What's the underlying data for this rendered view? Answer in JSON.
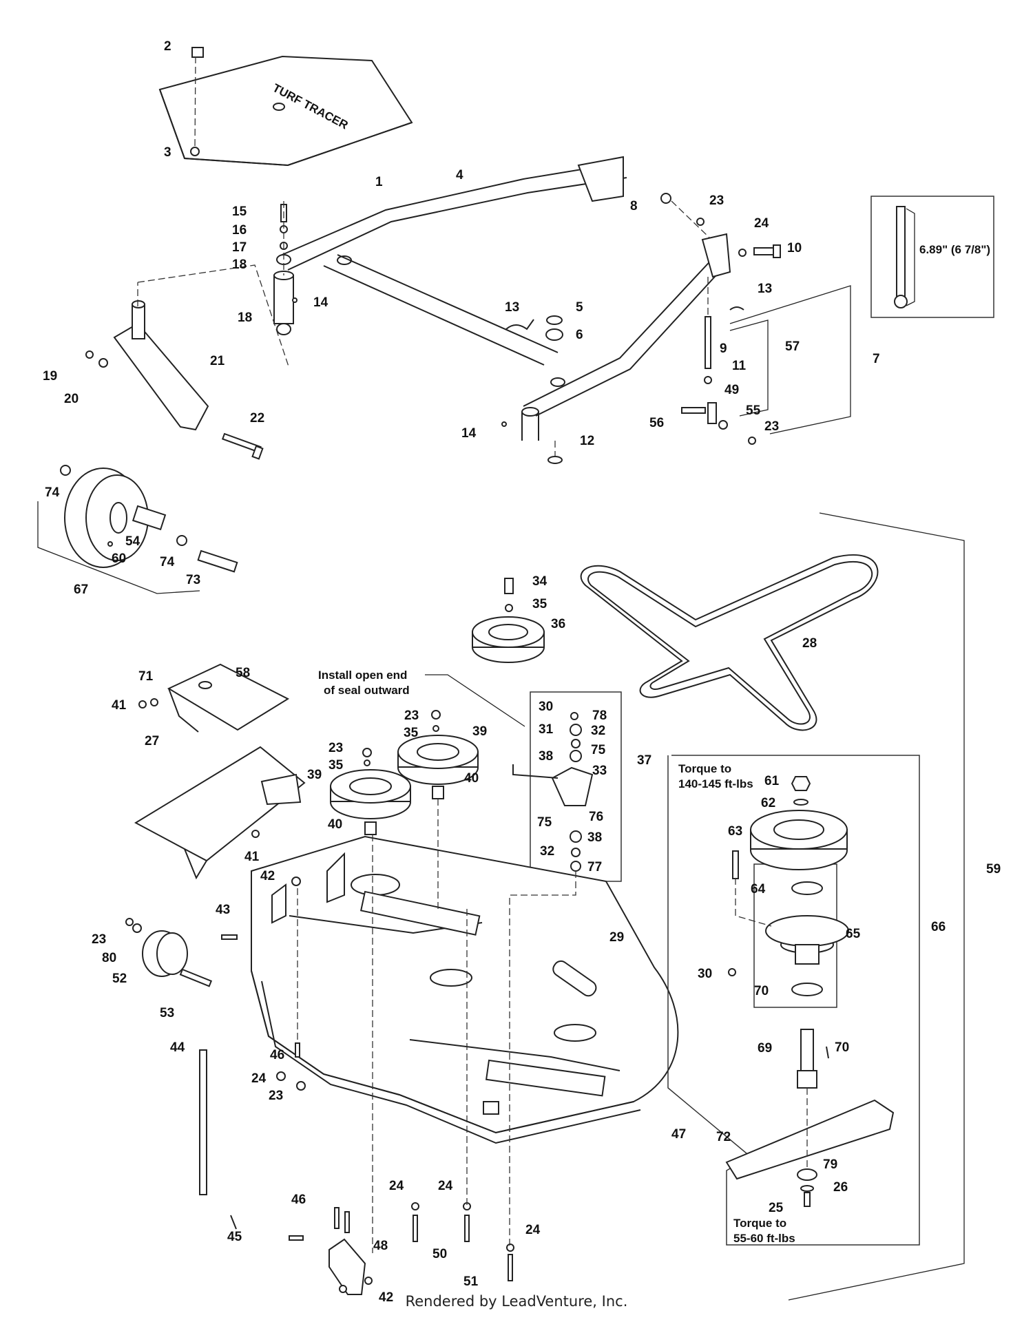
{
  "callouts": [
    {
      "id": "c1",
      "text": "1"
    },
    {
      "id": "c2",
      "text": "2"
    },
    {
      "id": "c3",
      "text": "3"
    },
    {
      "id": "c4",
      "text": "4"
    },
    {
      "id": "c5",
      "text": "5"
    },
    {
      "id": "c6",
      "text": "6"
    },
    {
      "id": "c7",
      "text": "7"
    },
    {
      "id": "c8",
      "text": "8"
    },
    {
      "id": "c9",
      "text": "9"
    },
    {
      "id": "c10",
      "text": "10"
    },
    {
      "id": "c11",
      "text": "11"
    },
    {
      "id": "c12",
      "text": "12"
    },
    {
      "id": "c13",
      "text": "13"
    },
    {
      "id": "c13b",
      "text": "13"
    },
    {
      "id": "c14",
      "text": "14"
    },
    {
      "id": "c14b",
      "text": "14"
    },
    {
      "id": "c15",
      "text": "15"
    },
    {
      "id": "c16",
      "text": "16"
    },
    {
      "id": "c17",
      "text": "17"
    },
    {
      "id": "c18",
      "text": "18"
    },
    {
      "id": "c18b",
      "text": "18"
    },
    {
      "id": "c19",
      "text": "19"
    },
    {
      "id": "c20",
      "text": "20"
    },
    {
      "id": "c21",
      "text": "21"
    },
    {
      "id": "c22",
      "text": "22"
    },
    {
      "id": "c23",
      "text": "23"
    },
    {
      "id": "c23b",
      "text": "23"
    },
    {
      "id": "c23c",
      "text": "23"
    },
    {
      "id": "c23d",
      "text": "23"
    },
    {
      "id": "c23e",
      "text": "23"
    },
    {
      "id": "c23f",
      "text": "23"
    },
    {
      "id": "c24",
      "text": "24"
    },
    {
      "id": "c24b",
      "text": "24"
    },
    {
      "id": "c24c",
      "text": "24"
    },
    {
      "id": "c24d",
      "text": "24"
    },
    {
      "id": "c24e",
      "text": "24"
    },
    {
      "id": "c25",
      "text": "25"
    },
    {
      "id": "c26",
      "text": "26"
    },
    {
      "id": "c27",
      "text": "27"
    },
    {
      "id": "c28",
      "text": "28"
    },
    {
      "id": "c29",
      "text": "29"
    },
    {
      "id": "c30",
      "text": "30"
    },
    {
      "id": "c30b",
      "text": "30"
    },
    {
      "id": "c31",
      "text": "31"
    },
    {
      "id": "c32",
      "text": "32"
    },
    {
      "id": "c32b",
      "text": "32"
    },
    {
      "id": "c33",
      "text": "33"
    },
    {
      "id": "c34",
      "text": "34"
    },
    {
      "id": "c35",
      "text": "35"
    },
    {
      "id": "c35b",
      "text": "35"
    },
    {
      "id": "c35c",
      "text": "35"
    },
    {
      "id": "c36",
      "text": "36"
    },
    {
      "id": "c37",
      "text": "37"
    },
    {
      "id": "c38",
      "text": "38"
    },
    {
      "id": "c38b",
      "text": "38"
    },
    {
      "id": "c39",
      "text": "39"
    },
    {
      "id": "c39b",
      "text": "39"
    },
    {
      "id": "c40",
      "text": "40"
    },
    {
      "id": "c40b",
      "text": "40"
    },
    {
      "id": "c41",
      "text": "41"
    },
    {
      "id": "c41b",
      "text": "41"
    },
    {
      "id": "c42",
      "text": "42"
    },
    {
      "id": "c42b",
      "text": "42"
    },
    {
      "id": "c43",
      "text": "43"
    },
    {
      "id": "c44",
      "text": "44"
    },
    {
      "id": "c45",
      "text": "45"
    },
    {
      "id": "c46",
      "text": "46"
    },
    {
      "id": "c46b",
      "text": "46"
    },
    {
      "id": "c47",
      "text": "47"
    },
    {
      "id": "c48",
      "text": "48"
    },
    {
      "id": "c49",
      "text": "49"
    },
    {
      "id": "c50",
      "text": "50"
    },
    {
      "id": "c51",
      "text": "51"
    },
    {
      "id": "c52",
      "text": "52"
    },
    {
      "id": "c53",
      "text": "53"
    },
    {
      "id": "c54",
      "text": "54"
    },
    {
      "id": "c55",
      "text": "55"
    },
    {
      "id": "c56",
      "text": "56"
    },
    {
      "id": "c57",
      "text": "57"
    },
    {
      "id": "c58",
      "text": "58"
    },
    {
      "id": "c59",
      "text": "59"
    },
    {
      "id": "c60",
      "text": "60"
    },
    {
      "id": "c61",
      "text": "61"
    },
    {
      "id": "c62",
      "text": "62"
    },
    {
      "id": "c63",
      "text": "63"
    },
    {
      "id": "c64",
      "text": "64"
    },
    {
      "id": "c65",
      "text": "65"
    },
    {
      "id": "c66",
      "text": "66"
    },
    {
      "id": "c67",
      "text": "67"
    },
    {
      "id": "c69",
      "text": "69"
    },
    {
      "id": "c70",
      "text": "70"
    },
    {
      "id": "c70b",
      "text": "70"
    },
    {
      "id": "c71",
      "text": "71"
    },
    {
      "id": "c72",
      "text": "72"
    },
    {
      "id": "c73",
      "text": "73"
    },
    {
      "id": "c74",
      "text": "74"
    },
    {
      "id": "c74b",
      "text": "74"
    },
    {
      "id": "c75",
      "text": "75"
    },
    {
      "id": "c75b",
      "text": "75"
    },
    {
      "id": "c76",
      "text": "76"
    },
    {
      "id": "c77",
      "text": "77"
    },
    {
      "id": "c78",
      "text": "78"
    },
    {
      "id": "c79",
      "text": "79"
    },
    {
      "id": "c80",
      "text": "80"
    }
  ],
  "notes": {
    "dimension": "6.89\" (6 7/8\")",
    "seal_line1": "Install open end",
    "seal_line2": "of seal outward",
    "torque_spindle_line1": "Torque to",
    "torque_spindle_line2": "140-145 ft-lbs",
    "torque_blade_line1": "Torque to",
    "torque_blade_line2": "55-60 ft-lbs"
  },
  "footer": "Rendered by LeadVenture, Inc."
}
